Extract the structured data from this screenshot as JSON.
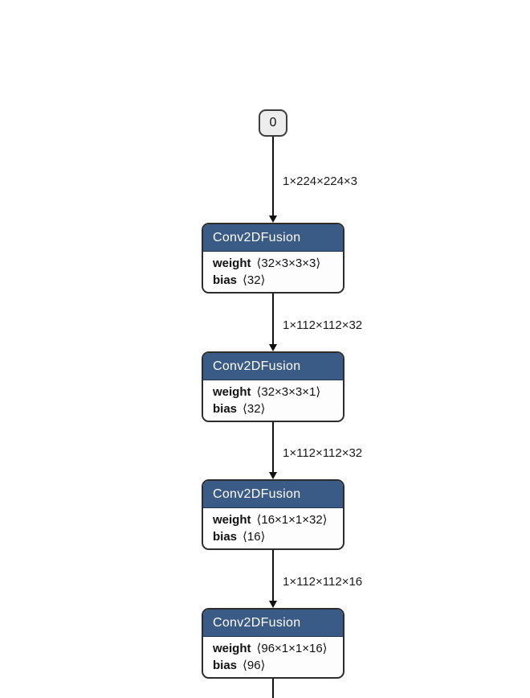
{
  "colors": {
    "background": "#ffffff",
    "node_header": "#3b5b87",
    "node_border": "#2d2d2d",
    "node_body": "#fdfdfd",
    "input_node_fill": "#ededed",
    "edge": "#111111",
    "header_text": "#ffffff",
    "body_text": "#111111"
  },
  "graph": {
    "input_node": {
      "label": "0"
    },
    "edges": [
      {
        "label": "1×224×224×3"
      },
      {
        "label": "1×112×112×32"
      },
      {
        "label": "1×112×112×32"
      },
      {
        "label": "1×112×112×16"
      }
    ],
    "nodes": [
      {
        "title": "Conv2DFusion",
        "attrs": [
          {
            "name": "weight",
            "value": "⟨32×3×3×3⟩"
          },
          {
            "name": "bias",
            "value": "⟨32⟩"
          }
        ]
      },
      {
        "title": "Conv2DFusion",
        "attrs": [
          {
            "name": "weight",
            "value": "⟨32×3×3×1⟩"
          },
          {
            "name": "bias",
            "value": "⟨32⟩"
          }
        ]
      },
      {
        "title": "Conv2DFusion",
        "attrs": [
          {
            "name": "weight",
            "value": "⟨16×1×1×32⟩"
          },
          {
            "name": "bias",
            "value": "⟨16⟩"
          }
        ]
      },
      {
        "title": "Conv2DFusion",
        "attrs": [
          {
            "name": "weight",
            "value": "⟨96×1×1×16⟩"
          },
          {
            "name": "bias",
            "value": "⟨96⟩"
          }
        ]
      }
    ]
  }
}
